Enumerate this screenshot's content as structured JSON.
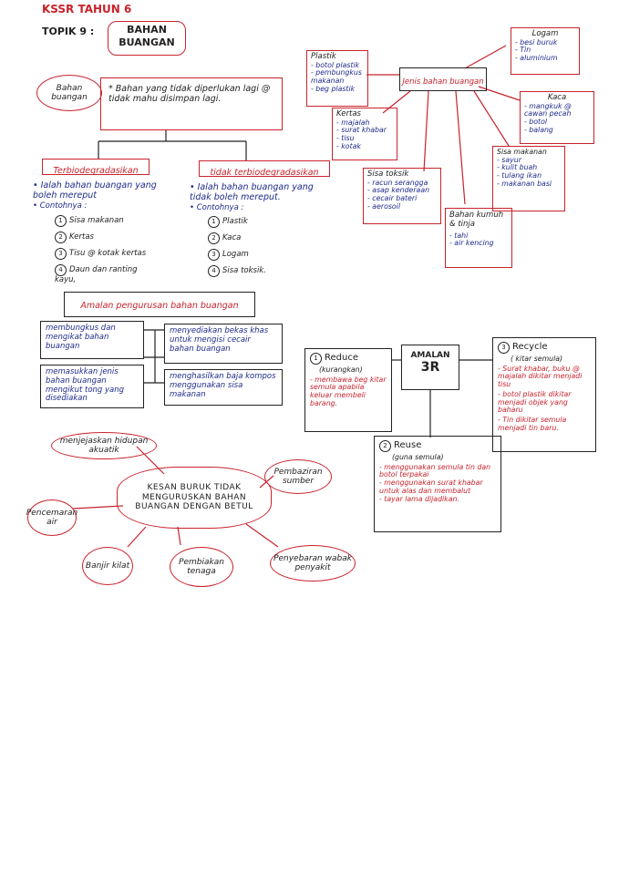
{
  "header": {
    "level": "KSSR TAHUN 6",
    "topic_label": "TOPIK 9 :",
    "topic_title_line1": "BAHAN",
    "topic_title_line2": "BUANGAN"
  },
  "definition": {
    "cloud_line1": "Bahan",
    "cloud_line2": "buangan",
    "text": "* Bahan yang tidak diperlukan lagi @ tidak mahu disimpan lagi."
  },
  "biodegradable": {
    "title": "Terbiodegradasikan",
    "desc": "• Ialah bahan buangan yang boleh mereput",
    "examples_label": "• Contohnya :",
    "examples": [
      "Sisa makanan",
      "Kertas",
      "Tisu @ kotak kertas",
      "Daun dan ranting kayu,"
    ]
  },
  "non_biodegradable": {
    "title": "tidak terbiodegradasikan",
    "desc": "• Ialah bahan buangan yang tidak boleh mereput.",
    "examples_label": "• Contohnya :",
    "examples": [
      "Plastik",
      "Kaca",
      "Logam",
      "Sisa toksik."
    ]
  },
  "types": {
    "center": "Jenis bahan buangan",
    "plastik": {
      "title": "Plastik",
      "items": [
        "botol plastik",
        "pembungkus makanan",
        "beg plastik"
      ]
    },
    "kertas": {
      "title": "Kertas",
      "items": [
        "majalah",
        "surat khabar",
        "tisu",
        "kotak"
      ]
    },
    "sisa_toksik": {
      "title": "Sisa toksik",
      "items": [
        "racun serangga",
        "asap kenderaan",
        "cecair bateri",
        "aerosoil"
      ]
    },
    "bahan_kumuh": {
      "title": "Bahan kumuh & tinja",
      "items": [
        "tahi",
        "air kencing"
      ]
    },
    "sisa_makanan": {
      "title": "Sisa makanan",
      "items": [
        "sayur",
        "kulit buah",
        "tulang ikan",
        "makanan basi"
      ]
    },
    "kaca": {
      "title": "Kaca",
      "items": [
        "mangkuk @ cawan pecah",
        "botol",
        "balang"
      ]
    },
    "logam": {
      "title": "Logam",
      "items": [
        "besi buruk",
        "Tin",
        "aluminium"
      ]
    }
  },
  "practices": {
    "title": "Amalan pengurusan bahan buangan",
    "items": [
      "membungkus dan mengikat bahan buangan",
      "memasukkan jenis bahan buangan mengikut tong yang disediakan",
      "menyediakan bekas khas untuk mengisi cecair bahan buangan",
      "menghasilkan baja kompos menggunakan sisa makanan"
    ]
  },
  "three_r": {
    "center_line1": "AMALAN",
    "center_line2": "3R",
    "reduce": {
      "title": "Reduce",
      "sub": "(kurangkan)",
      "text": "- membawa beg kitar semula apabila keluar membeli barang."
    },
    "reuse": {
      "title": "Reuse",
      "sub": "(guna semula)",
      "items": [
        "menggunakan semula tin dan botol terpakai",
        "menggunakan surat khabar untuk alas dan membalut",
        "tayar lama dijadikan."
      ]
    },
    "recycle": {
      "title": "Recycle",
      "sub": "( kitar semula)",
      "items": [
        "Surat khabar, buku @ majalah dikitar menjadi tisu",
        "botol plastik dikitar menjadi objek yang baharu",
        "Tin dikitar semula menjadi tin baru."
      ]
    }
  },
  "effects": {
    "center": "KESAN BURUK TIDAK MENGURUSKAN BAHAN BUANGAN DENGAN BETUL",
    "items": [
      "menjejaskan hidupan akuatik",
      "Pencemaran air",
      "Banjir kilat",
      "Pembiakan tenaga",
      "Penyebaran wabak penyakit",
      "Pembaziran sumber"
    ]
  },
  "colors": {
    "accent": "#c8232c",
    "ink": "#1e2a8a"
  }
}
